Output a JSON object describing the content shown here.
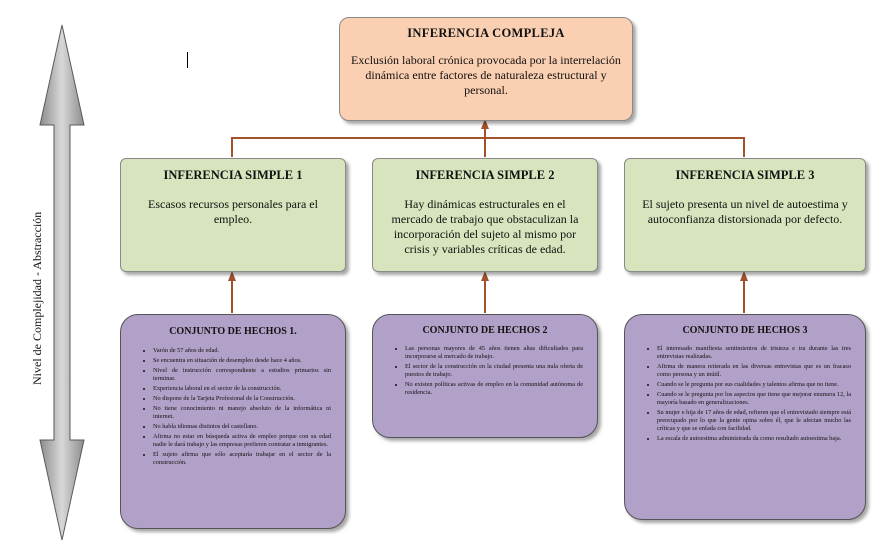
{
  "axis_label": "Nivel de Complejidad - Abstracción",
  "complex": {
    "title": "INFERENCIA COMPLEJA",
    "text": "Exclusión laboral crónica provocada por la interrelación dinámica entre factores de naturaleza estructural y personal."
  },
  "simple": [
    {
      "title": "INFERENCIA SIMPLE 1",
      "text": "Escasos recursos personales para el empleo."
    },
    {
      "title": "INFERENCIA SIMPLE 2",
      "text": "Hay dinámicas estructurales en el mercado de trabajo que obstaculizan la incorporación del sujeto al mismo por crisis y variables críticas de edad."
    },
    {
      "title": "INFERENCIA SIMPLE 3",
      "text": "El sujeto presenta un nivel de autoestima y autoconfianza distorsionada por defecto."
    }
  ],
  "facts": [
    {
      "title": "CONJUNTO DE HECHOS 1.",
      "items": [
        "Varón de 57 años de edad.",
        "Se encuentra en situación de desempleo desde hace 4 años.",
        "Nivel de instrucción correspondiente a estudios primarios sin terminar.",
        "Experiencia laboral en el sector de la construcción.",
        "No dispone de la Tarjeta Profesional de la Construcción.",
        "No tiene conocimiento ni manejo absoluto de la informática ni internet.",
        "No habla idiomas distintos del castellano.",
        "Afirma no estar en búsqueda activa de empleo porque con su edad nadie le dará trabajo y las empresas prefieren contratar a inmigrantes.",
        "El sujeto afirma que sólo aceptaría trabajar en el sector de la construcción."
      ]
    },
    {
      "title": "CONJUNTO DE HECHOS 2",
      "items": [
        "Las personas mayores de 45 años tienen altas dificultades para incorporarse al mercado de trabajo.",
        "El sector de la construcción en la ciudad presenta una nula oferta de puestos de trabajo.",
        "No existen políticas activas de empleo en la comunidad autónoma de residencia."
      ]
    },
    {
      "title": "CONJUNTO DE HECHOS 3",
      "items": [
        "El interesado manifiesta sentimientos de tristeza e ira durante las tres entrevistas realizadas.",
        "Afirma de manera reiterada en las diversas entrevistas que es un fracaso como persona y un inútil.",
        "Cuando se le pregunta por sus cualidades y talentos afirma que no tiene.",
        "Cuando se le pregunta por los aspectos que tiene que mejorar enumera 12, la mayoría basado en generalizaciones.",
        "Su mujer e hija de 17 años de edad, refieren que el entrevistado siempre está preocupado por lo que la gente opina sobre él, que le afectan mucho las críticas y que se enfada con facilidad.",
        "La escala de autoestima administrada da como resultado autoestima baja."
      ]
    }
  ],
  "colors": {
    "complex_fill": "#fbd0b2",
    "simple_fill": "#d7e4bd",
    "facts_fill": "#b1a0c7",
    "connector": "#a0522d",
    "axis_arrow": "#808080"
  }
}
